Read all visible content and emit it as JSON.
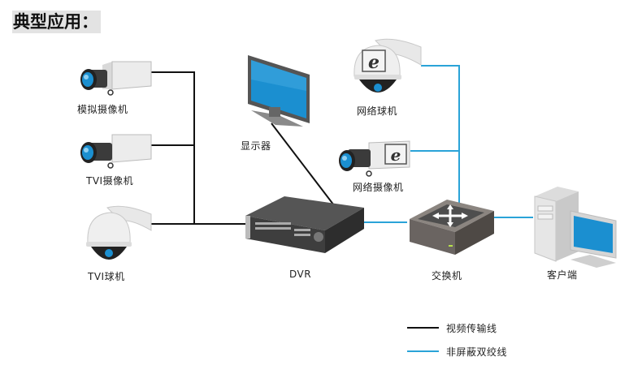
{
  "title": "典型应用：",
  "devices": {
    "analog_camera": "模拟摄像机",
    "tvi_camera": "TVI摄像机",
    "tvi_dome": "TVI球机",
    "monitor": "显示器",
    "dvr": "DVR",
    "network_dome": "网络球机",
    "network_camera": "网络摄像机",
    "switch": "交换机",
    "client": "客户端"
  },
  "legend": {
    "items": [
      {
        "label": "视频传输线",
        "color": "#111111"
      },
      {
        "label": "非屏蔽双绞线",
        "color": "#2aa3d8"
      }
    ]
  },
  "colors": {
    "video_line": "#111111",
    "network_line": "#2aa3d8",
    "screen_blue": "#1b8fd0"
  }
}
